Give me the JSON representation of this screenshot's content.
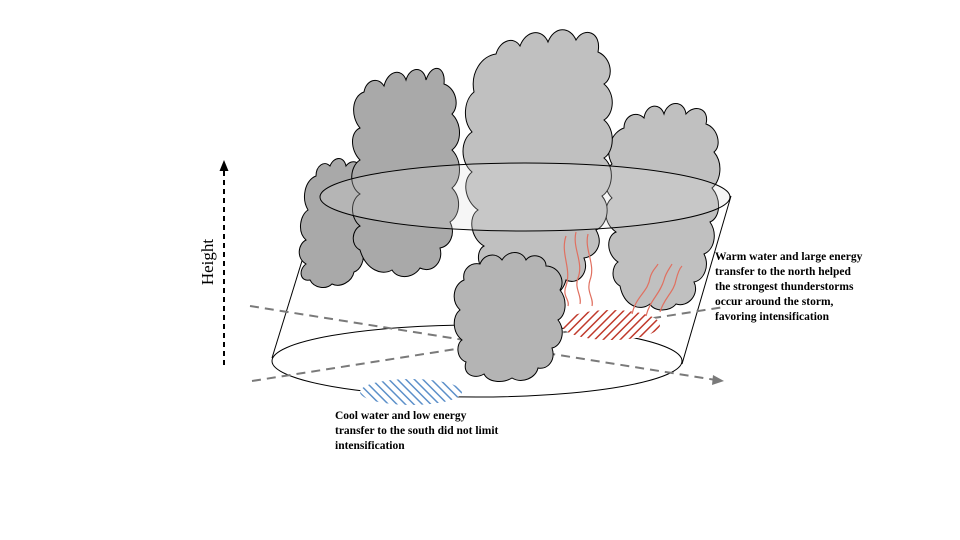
{
  "axis": {
    "height_label": "Height"
  },
  "annotations": {
    "north": "Warm water and large energy\ntransfer to the north helped\nthe strongest thunderstorms\noccur around the storm,\nfavoring intensification",
    "south": "Cool water and low energy\ntransfer to the south did not limit\nintensification"
  },
  "colors": {
    "cloud_dark": "#a9a9a9",
    "cloud_light": "#c0c0c0",
    "warm_hatch": "#c0392b",
    "cool_hatch": "#5b8fc9",
    "dashed_line": "#7a7a7a"
  }
}
